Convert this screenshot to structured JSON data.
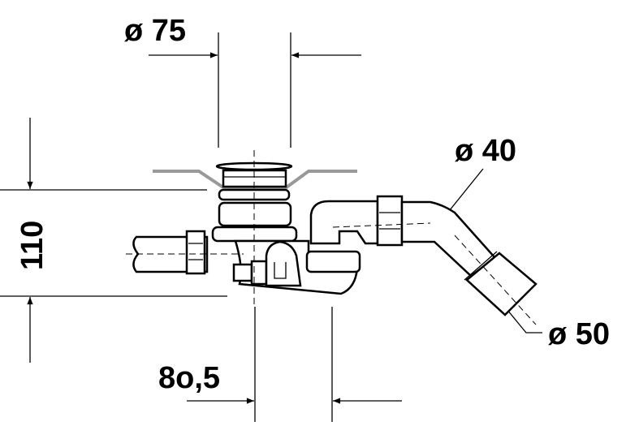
{
  "drawing": {
    "dimensions": [
      {
        "id": "outlet-diameter",
        "label": "ø 75"
      },
      {
        "id": "drain-pipe-diameter",
        "label": "ø 40"
      },
      {
        "id": "height",
        "label": "110"
      },
      {
        "id": "connection-diameter",
        "label": "ø 50"
      },
      {
        "id": "offset",
        "label": "8o,5"
      }
    ],
    "colors": {
      "lines": "#000000",
      "bathtub-plate": "#999999"
    }
  }
}
